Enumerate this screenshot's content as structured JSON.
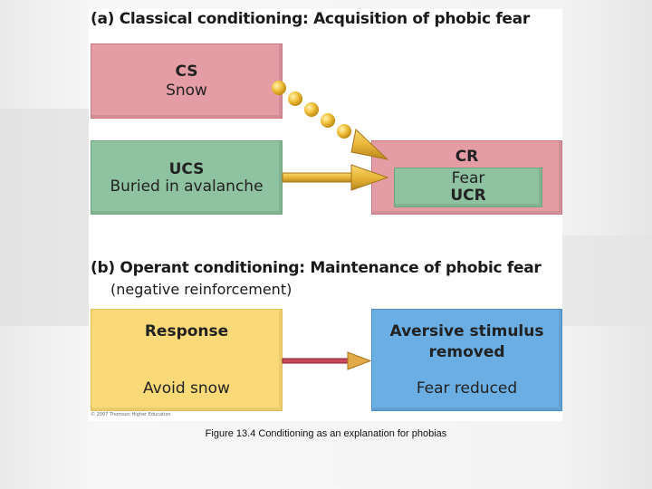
{
  "section_a": {
    "heading": "(a) Classical conditioning: Acquisition of phobic fear",
    "cs": {
      "title": "CS",
      "text": "Snow"
    },
    "ucs": {
      "title": "UCS",
      "text": "Buried in avalanche"
    },
    "cr": {
      "title": "CR",
      "middle": "Fear",
      "bottom": "UCR"
    }
  },
  "section_b": {
    "heading": "(b) Operant conditioning: Maintenance of phobic fear",
    "subheading": "(negative reinforcement)",
    "response": {
      "title": "Response",
      "text": "Avoid snow"
    },
    "aversive": {
      "title_line1": "Aversive stimulus",
      "title_line2": "removed",
      "text": "Fear reduced"
    }
  },
  "copyright": "© 2007 Thomson Higher Education",
  "caption": "Figure 13.4 Conditioning as an explanation for phobias",
  "colors": {
    "pink": "#e49ca5",
    "green": "#8fc2a0",
    "yellow": "#fad979",
    "blue": "#6aaee3",
    "arrow_gold": "#e9b63a",
    "arrow_red": "#b3344a"
  }
}
